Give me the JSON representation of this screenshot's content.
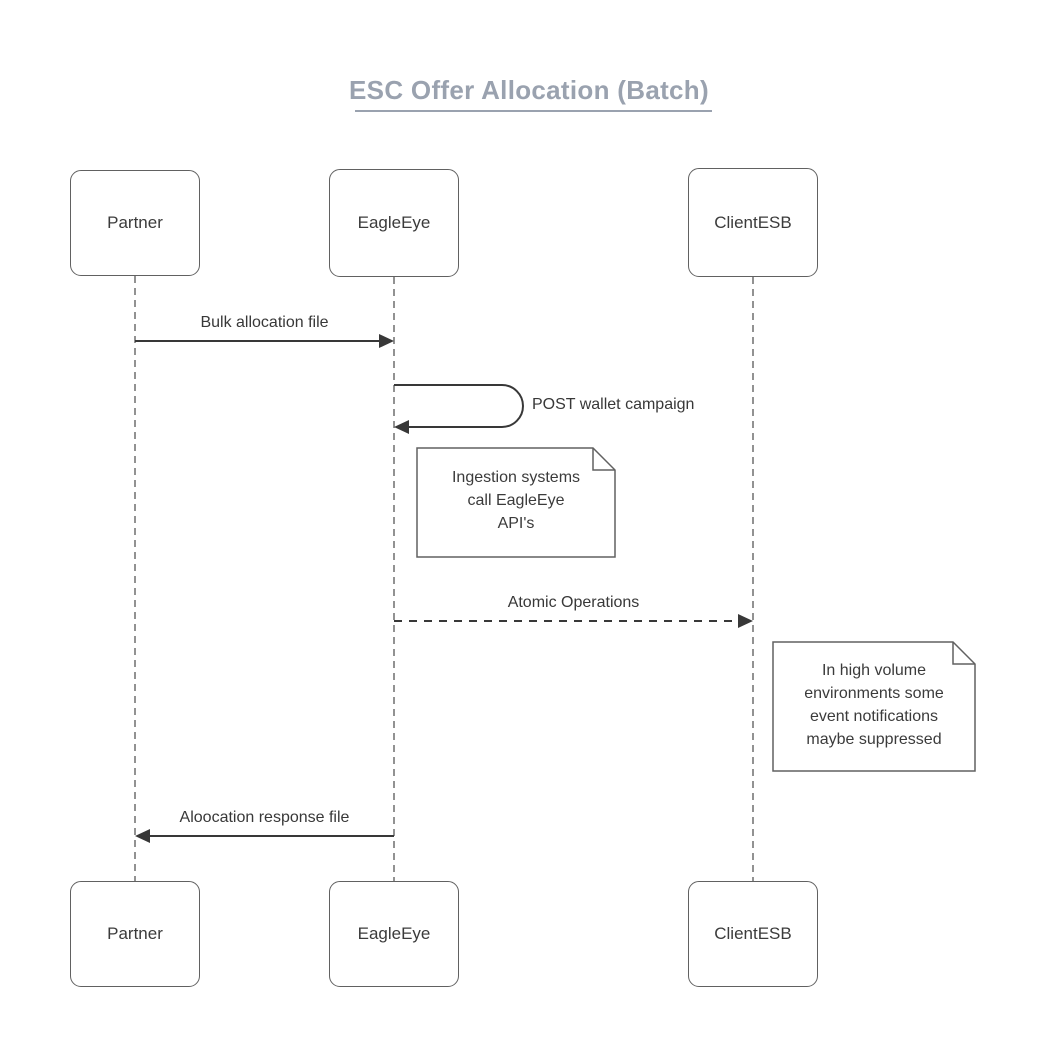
{
  "title": "ESC Offer Allocation (Batch)",
  "actors": {
    "partner": "Partner",
    "eagleeye": "EagleEye",
    "clientesb": "ClientESB"
  },
  "messages": {
    "bulk_allocation": "Bulk allocation file",
    "post_wallet": "POST wallet campaign",
    "atomic_operations": "Atomic Operations",
    "allocation_response": "Aloocation response file"
  },
  "notes": {
    "ingestion": "Ingestion systems\ncall EagleEye\nAPI's",
    "high_volume": "In high volume\nenvironments some\nevent notifications\nmaybe suppressed"
  },
  "colors": {
    "title": "#9aa2af",
    "line": "#383838",
    "lifeline": "#6e6e6e",
    "shape_border": "#616161"
  }
}
